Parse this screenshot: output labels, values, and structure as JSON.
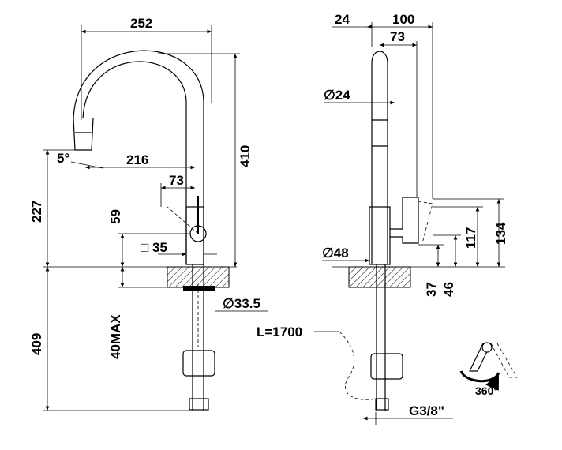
{
  "dimensions": {
    "front_width": "252",
    "reach": "216",
    "handle_offset": "73",
    "total_height": "410",
    "spout_height": "227",
    "tilt_angle": "5°",
    "handle_height": "59",
    "base_square": "□ 35",
    "thread_diameter": "∅33.5",
    "max_thickness": "40MAX",
    "below_height": "409",
    "side_offset": "24",
    "side_reach": "100",
    "side_handle": "73",
    "spout_diameter": "∅24",
    "base_diameter": "∅48",
    "handle_total": "134",
    "handle_mid": "117",
    "handle_low1": "37",
    "handle_low2": "46",
    "hose_length": "L=1700",
    "connection": "G3/8\"",
    "rotation": "360°"
  }
}
